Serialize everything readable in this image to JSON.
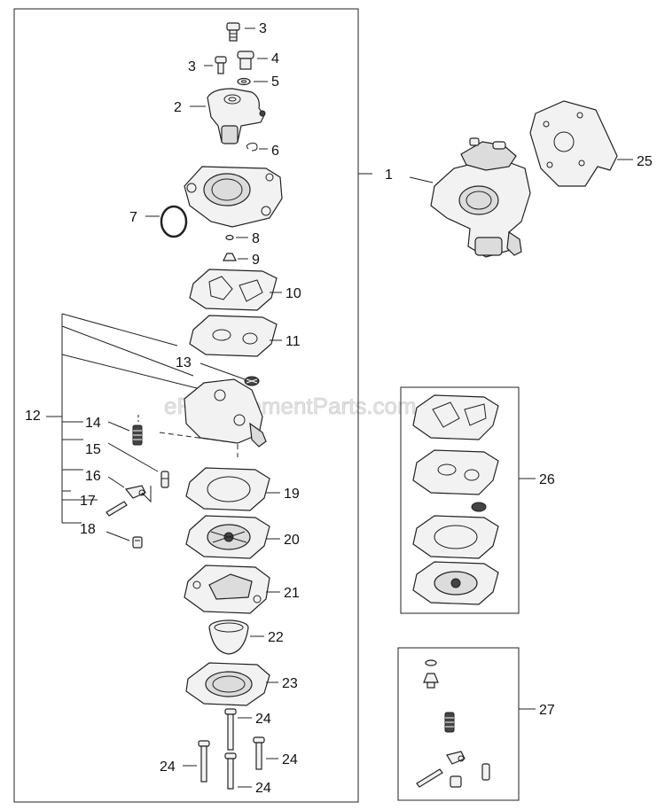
{
  "watermark": "eReplacementParts.com",
  "callouts": {
    "c1": "1",
    "c2": "2",
    "c3a": "3",
    "c3b": "3",
    "c4": "4",
    "c5": "5",
    "c6": "6",
    "c7": "7",
    "c8": "8",
    "c9": "9",
    "c10": "10",
    "c11": "11",
    "c12": "12",
    "c13": "13",
    "c14": "14",
    "c15": "15",
    "c16": "16",
    "c17": "17",
    "c18": "18",
    "c19": "19",
    "c20": "20",
    "c21": "21",
    "c22": "22",
    "c23": "23",
    "c24a": "24",
    "c24b": "24",
    "c24c": "24",
    "c24d": "24",
    "c25": "25",
    "c26": "26",
    "c27": "27"
  },
  "colors": {
    "line": "#222222",
    "part_fill": "#f2f2f2",
    "watermark": "#e4e4e4"
  }
}
